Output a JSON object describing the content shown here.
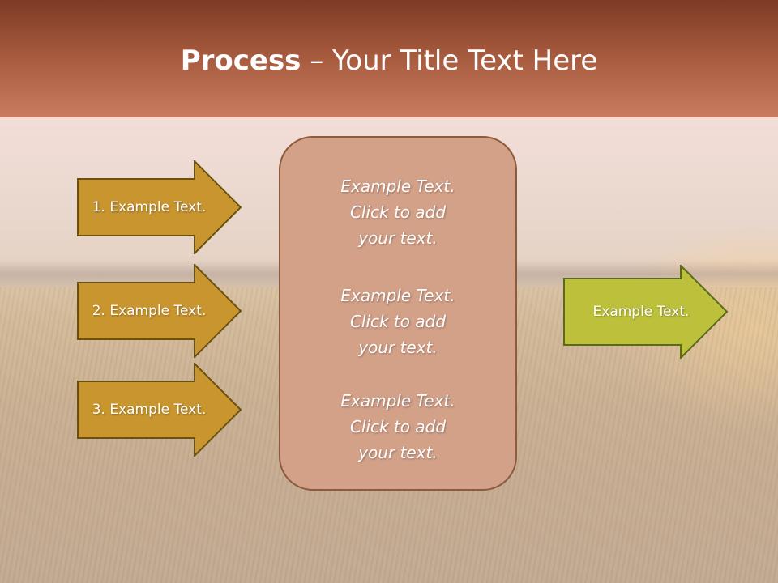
{
  "header": {
    "title_bold": "Process",
    "title_rest": " – Your Title Text Here"
  },
  "left_steps": [
    {
      "label": "1. Example Text."
    },
    {
      "label": "2. Example Text."
    },
    {
      "label": "3. Example Text."
    }
  ],
  "center_box": {
    "blocks": [
      {
        "line1": "Example Text.",
        "line2": "Click  to add",
        "line3": "your text."
      },
      {
        "line1": "Example Text.",
        "line2": "Click  to add",
        "line3": "your text."
      },
      {
        "line1": "Example Text.",
        "line2": "Click  to add",
        "line3": "your text."
      }
    ]
  },
  "result_arrow": {
    "label": "Example Text."
  },
  "colors": {
    "step_fill": "#c8952f",
    "step_stroke": "#6b5010",
    "result_fill": "#bcc03a",
    "result_stroke": "#5a6a1a",
    "box_fill": "#d3a088",
    "header_top": "#7d3b24"
  }
}
